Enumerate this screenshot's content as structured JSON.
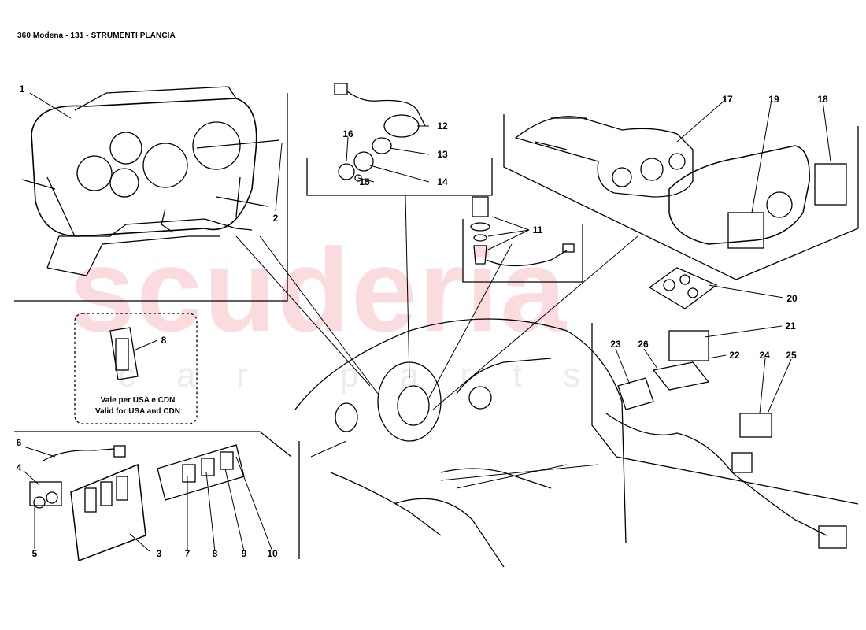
{
  "header": {
    "title": "360 Modena - 131 - STRUMENTI PLANCIA"
  },
  "watermark": {
    "brand": "scuderia",
    "tagline": "car parts",
    "color": "#de2832"
  },
  "note": {
    "line1": "Vale per USA e CDN",
    "line2": "Valid for USA and CDN"
  },
  "callouts": [
    "1",
    "2",
    "3",
    "4",
    "5",
    "6",
    "7",
    "8",
    "8",
    "9",
    "10",
    "11",
    "12",
    "13",
    "14",
    "15",
    "16",
    "17",
    "18",
    "19",
    "20",
    "21",
    "22",
    "23",
    "24",
    "25",
    "26"
  ]
}
